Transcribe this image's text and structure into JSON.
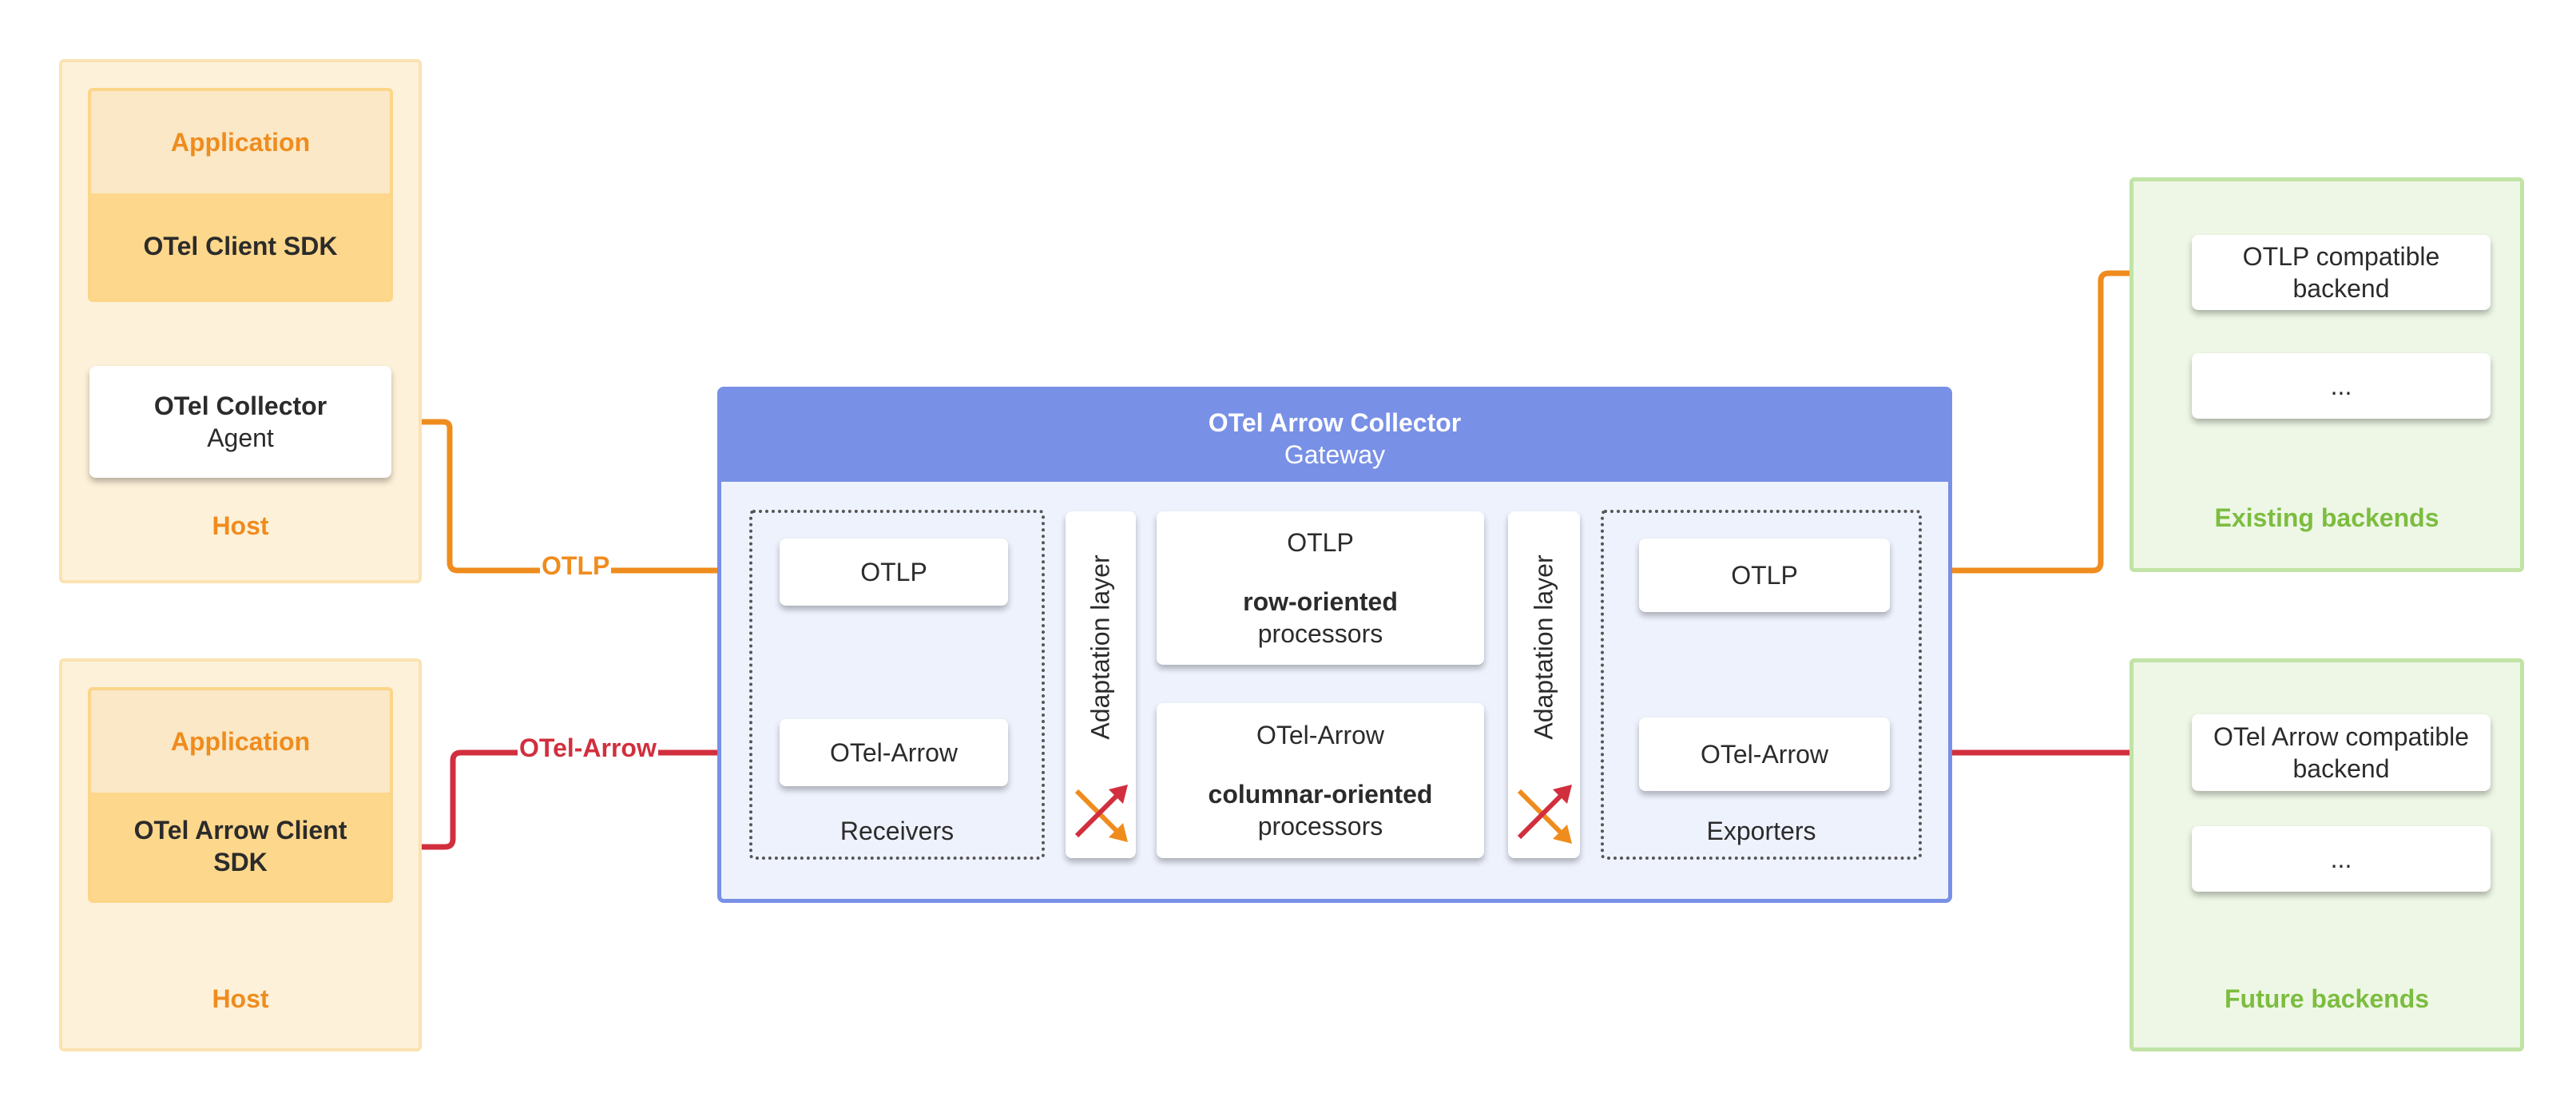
{
  "colors": {
    "otlp_line": "#ef8c1e",
    "arrow_line": "#d12f3e",
    "gateway": "#7890e6",
    "backend_border": "#c1e3a5",
    "host_bg": "#fef1d9",
    "dotted_arrow": "#2a8fd6"
  },
  "host1": {
    "app_label": "Application",
    "sdk_label": "OTel Client SDK",
    "agent_title": "OTel Collector",
    "agent_subtitle": "Agent",
    "host_label": "Host"
  },
  "host2": {
    "app_label": "Application",
    "sdk_label": "OTel Arrow Client SDK",
    "host_label": "Host"
  },
  "lines": {
    "otlp_label": "OTLP",
    "arrow_label": "OTel-Arrow"
  },
  "gateway": {
    "title": "OTel Arrow Collector",
    "subtitle": "Gateway",
    "receivers": {
      "otlp": "OTLP",
      "arrow": "OTel-Arrow",
      "label": "Receivers"
    },
    "adaptation_label": "Adaptation layer",
    "processors_row": {
      "title": "OTLP",
      "bold": "row-oriented",
      "sub": "processors"
    },
    "processors_col": {
      "title": "OTel-Arrow",
      "bold": "columnar-oriented",
      "sub": "processors"
    },
    "exporters": {
      "otlp": "OTLP",
      "arrow": "OTel-Arrow",
      "label": "Exporters"
    }
  },
  "existing": {
    "card1": "OTLP compatible backend",
    "card2": "...",
    "label": "Existing backends"
  },
  "future": {
    "card1": "OTel Arrow compatible backend",
    "card2": "...",
    "label": "Future backends"
  }
}
